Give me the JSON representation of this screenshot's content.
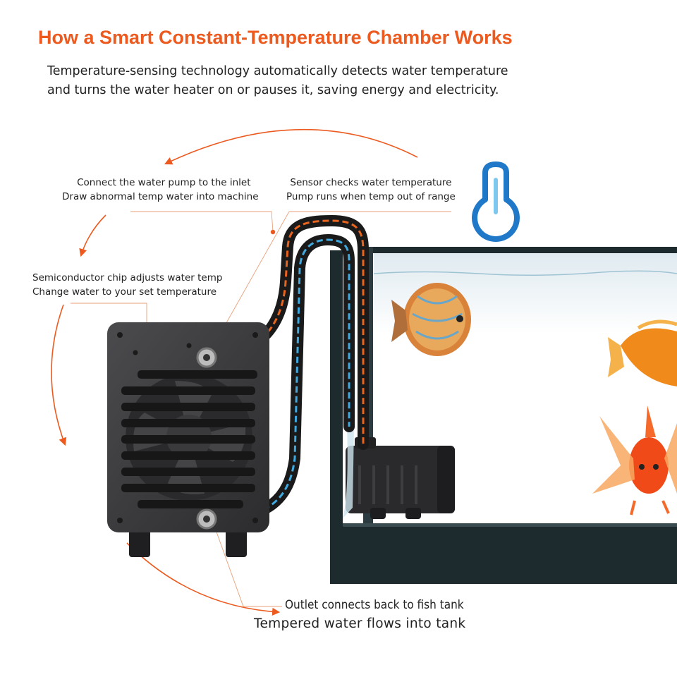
{
  "header": {
    "title": "How a Smart Constant-Temperature Chamber Works",
    "subtitle_line1": "Temperature-sensing technology automatically detects water temperature",
    "subtitle_line2": "and turns the water heater on or pauses it, saving energy and electricity."
  },
  "annotations": {
    "inlet": {
      "line1": "Connect the water pump to the inlet",
      "line2": "Draw abnormal temp water into machine"
    },
    "sensor": {
      "line1": "Sensor checks water temperature",
      "line2": "Pump runs when temp out of range"
    },
    "chip": {
      "line1": "Semiconductor chip adjusts water temp",
      "line2": "Change water to your set temperature"
    },
    "outlet": {
      "line1": "Outlet connects back to fish tank",
      "line2": "Tempered water flows into tank"
    }
  },
  "colors": {
    "accent_orange": "#ec5a1f",
    "hot_pipe": "#e8641e",
    "cold_pipe": "#3fa9e0",
    "thermometer": "#1f78c8",
    "device_body": "#3a3a3c",
    "tank_frame": "#1e2b2e"
  },
  "icons": [
    "thermometer-icon",
    "fan-icon",
    "water-pump-icon",
    "fish-discus",
    "fish-orange",
    "fish-goldfish"
  ]
}
